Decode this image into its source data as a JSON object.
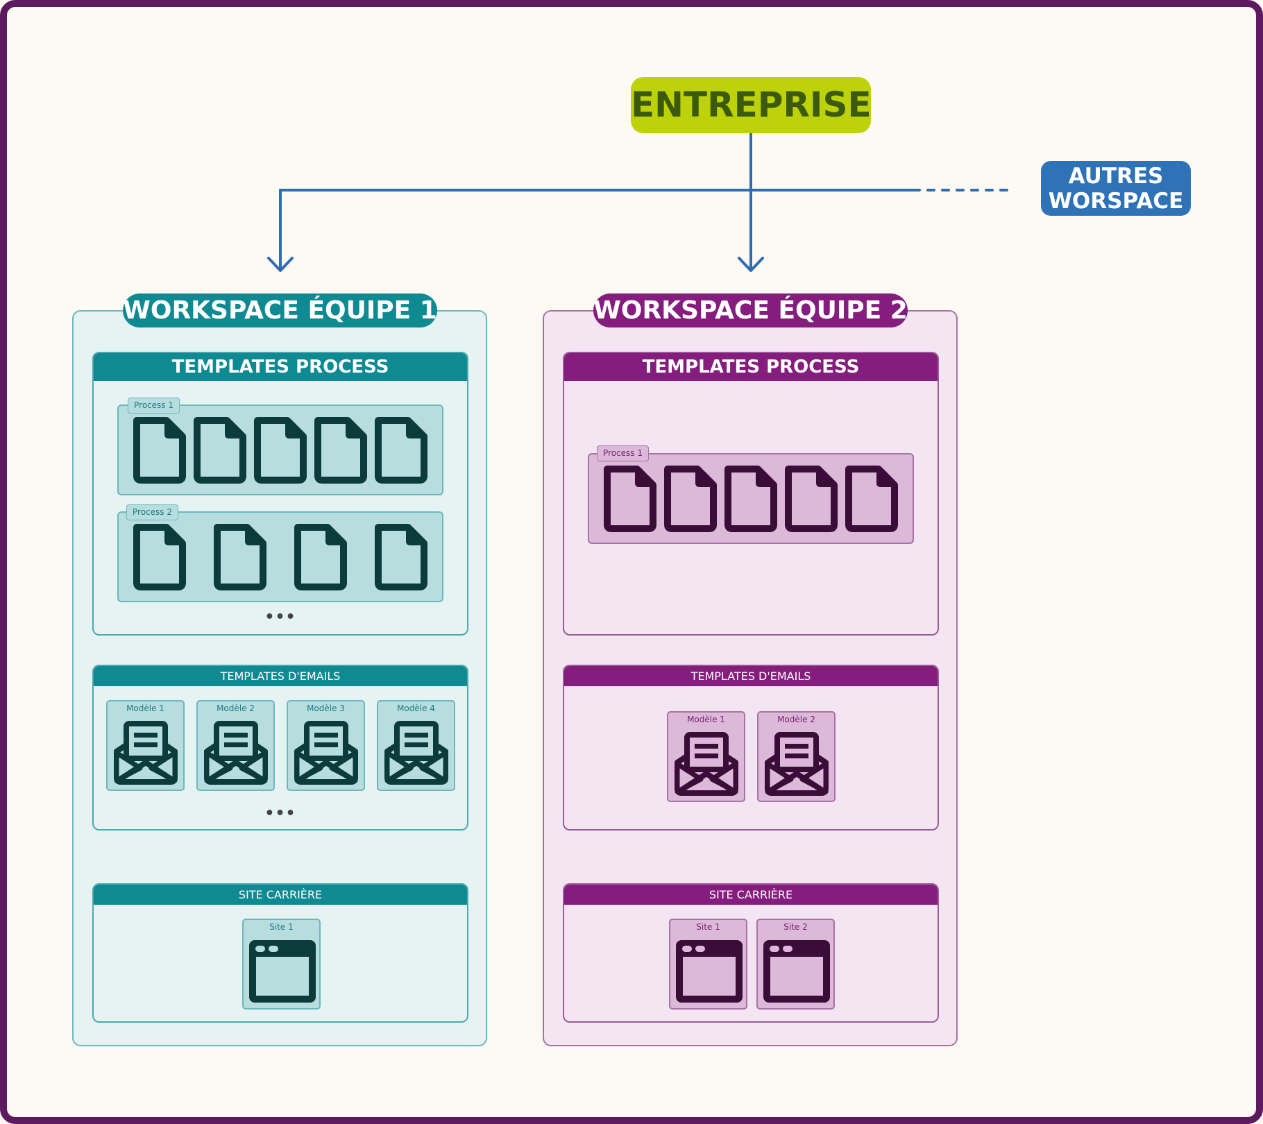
{
  "entreprise": "ENTREPRISE",
  "autres_workspace": [
    "AUTRES",
    "WORSPACE"
  ],
  "workspace1": {
    "title": "WORKSPACE ÉQUIPE 1",
    "templates_process": {
      "title": "TEMPLATES PROCESS",
      "groups": [
        {
          "label": "Process 1",
          "document_count": 5
        },
        {
          "label": "Process 2",
          "document_count": 4
        }
      ],
      "more": "•••"
    },
    "templates_emails": {
      "title": "TEMPLATES D'EMAILS",
      "items": [
        "Modèle 1",
        "Modèle 2",
        "Modèle 3",
        "Modèle 4"
      ],
      "more": "•••"
    },
    "site_carriere": {
      "title": "SITE CARRIÈRE",
      "items": [
        "Site 1"
      ]
    }
  },
  "workspace2": {
    "title": "WORKSPACE ÉQUIPE 2",
    "templates_process": {
      "title": "TEMPLATES PROCESS",
      "groups": [
        {
          "label": "Process 1",
          "document_count": 5
        }
      ]
    },
    "templates_emails": {
      "title": "TEMPLATES D'EMAILS",
      "items": [
        "Modèle 1",
        "Modèle 2"
      ]
    },
    "site_carriere": {
      "title": "SITE CARRIÈRE",
      "items": [
        "Site 1",
        "Site 2"
      ]
    }
  },
  "colors": {
    "entreprise_bg": "#bdd20b",
    "entreprise_text": "#3c5a0b",
    "autres_bg": "#2f72b6",
    "connector": "#2f6db0",
    "team1": "#0f8a92",
    "team1_light": "#b7dddf",
    "team1_icon": "#0c3b3b",
    "team2": "#851d7e",
    "team2_light": "#dcb9d9",
    "team2_icon": "#3a0c38",
    "frame": "#5e1a5e"
  }
}
